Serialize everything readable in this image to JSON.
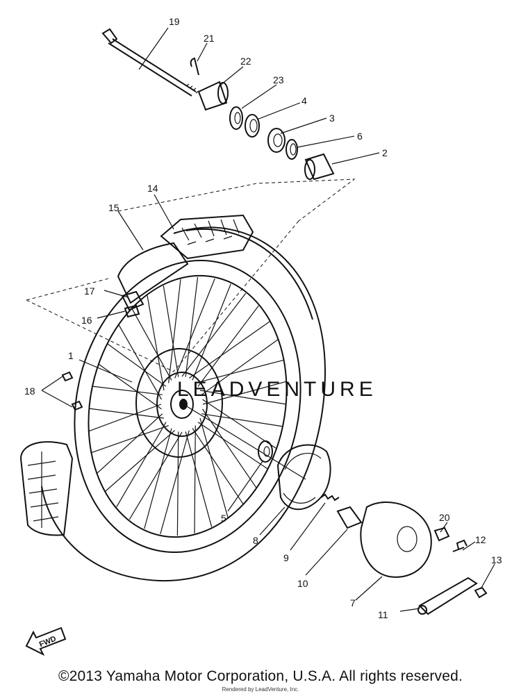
{
  "labels": {
    "p1": "1",
    "p2": "2",
    "p3": "3",
    "p4": "4",
    "p5": "5",
    "p6": "6",
    "p7": "7",
    "p8": "8",
    "p9": "9",
    "p10": "10",
    "p11": "11",
    "p12": "12",
    "p13": "13",
    "p14": "14",
    "p15": "15",
    "p16": "16",
    "p17": "17",
    "p18": "18",
    "p19": "19",
    "p20": "20",
    "p21": "21",
    "p22": "22",
    "p23": "23"
  },
  "fwd_label": "FWD",
  "watermark": "LEADVENTURE",
  "copyright": "©2013 Yamaha Motor Corporation, U.S.A. All rights reserved.",
  "rendered_by": "Rendered by LeadVenture, Inc."
}
